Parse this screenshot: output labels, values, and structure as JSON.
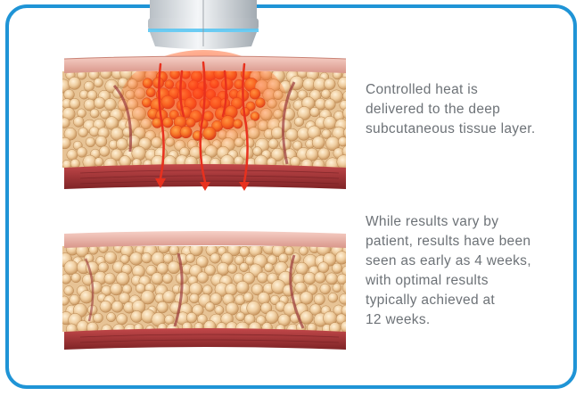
{
  "panels": [
    {
      "id": "heat",
      "caption_lines": [
        "Controlled heat is",
        "delivered to the deep",
        "subcutaneous tissue layer."
      ]
    },
    {
      "id": "results",
      "caption_lines": [
        "While results vary by",
        "patient, results have been",
        "seen as early as 4 weeks,",
        "with optimal results",
        "typically achieved at",
        "12 weeks."
      ]
    }
  ],
  "colors": {
    "border": "#1f94d6",
    "caption_text": "#6d7277",
    "skin": "#e9b2a7",
    "fat": "#ecc79a",
    "muscle": "#a8383a",
    "heat": "#e8311e"
  },
  "icons": {
    "applicator": "ultrasound-applicator-icon",
    "heat_arrows": "heat-arrow-icon"
  }
}
